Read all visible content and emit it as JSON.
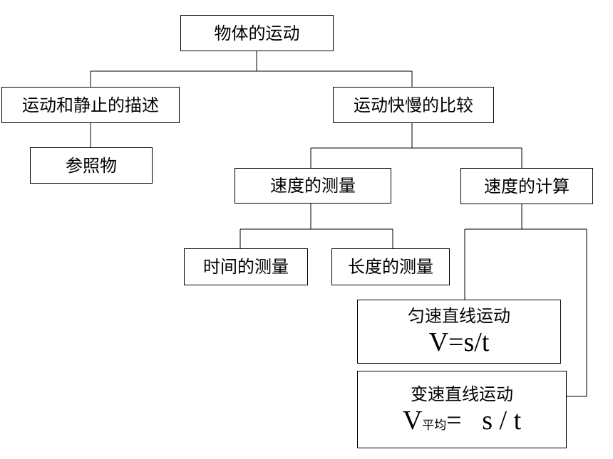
{
  "nodes": {
    "root": "物体的运动",
    "motion_and_rest": "运动和静止的描述",
    "reference_object": "参照物",
    "compare_speed": "运动快慢的比较",
    "measure_speed": "速度的测量",
    "calc_speed": "速度的计算",
    "measure_time": "时间的测量",
    "measure_length": "长度的测量",
    "uniform_motion": {
      "title": "匀速直线运动",
      "formula": "V=s/t"
    },
    "variable_motion": {
      "title": "变速直线运动",
      "formula_v": "V",
      "formula_sub": "平均",
      "formula_rest": "=   s / t"
    }
  }
}
